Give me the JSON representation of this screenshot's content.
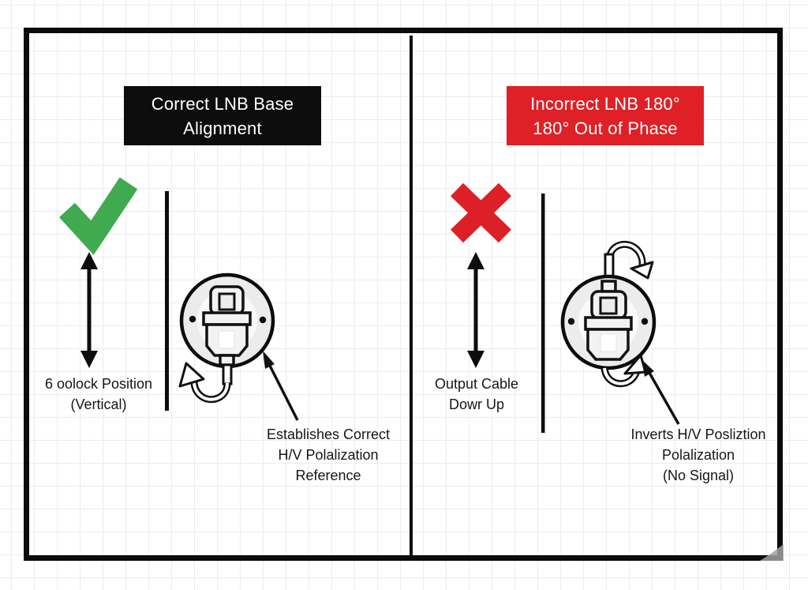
{
  "left_panel": {
    "header": [
      "Correct LNB Base",
      "Alignment"
    ],
    "mark": "green-checkmark",
    "position_label": [
      "6 oolock Position",
      "(Vertical)"
    ],
    "annotation": [
      "Establishes Correct",
      "H/V Polalization",
      "Reference"
    ]
  },
  "right_panel": {
    "header": [
      "Incorrect LNB 180°",
      "180° Out of Phase"
    ],
    "mark": "red-cross",
    "position_label": [
      "Output Cable",
      "Dowr Up"
    ],
    "annotation": [
      "Inverts H/V Posliztion",
      "Polalization",
      "(No Signal)"
    ]
  },
  "colors": {
    "check_green": "#3FAA4F",
    "cross_red": "#DD2027",
    "header_black_bg": "#0D0D0D",
    "header_red_bg": "#DF2026",
    "ink": "#111111",
    "grid_line": "#ECECEC",
    "lnb_circle_fill": "#ECECEC",
    "watermark_gray": "#A0A0A0"
  },
  "icons": {
    "left_mark": "checkmark-icon",
    "right_mark": "cross-icon",
    "left_direction_arrow": "double-vertical-arrow-icon",
    "right_direction_arrow": "double-vertical-arrow-icon",
    "left_rotation_arrow": "counterclockwise-curved-arrow-icon",
    "right_rotation_arrows": "clockwise-curved-arrow-icon"
  }
}
